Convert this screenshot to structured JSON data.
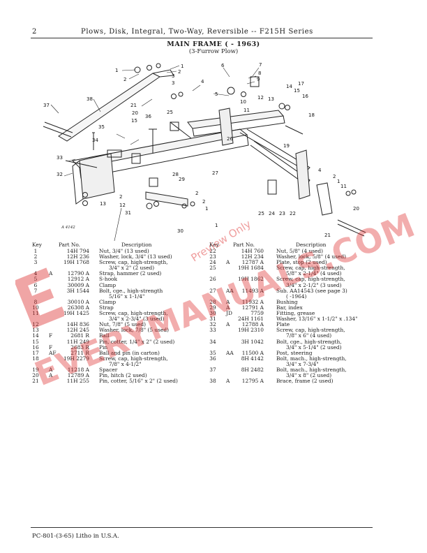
{
  "header": {
    "page_number": "2",
    "title": "Plows, Disk, Integral, Two-Way, Reversible -- F215H Series"
  },
  "figure": {
    "title": "MAIN FRAME (          - 1963)",
    "subtitle": "(3-Furrow Plow)",
    "figure_id": "A 4142",
    "callouts": [
      "1",
      "2",
      "3",
      "4",
      "5",
      "6",
      "7",
      "8",
      "9",
      "10",
      "11",
      "12",
      "13",
      "14",
      "15",
      "16",
      "17",
      "18",
      "19",
      "20",
      "21",
      "22",
      "23",
      "24",
      "25",
      "26",
      "27",
      "28",
      "29",
      "30",
      "31",
      "32",
      "33",
      "34",
      "35",
      "36",
      "37",
      "38"
    ]
  },
  "table": {
    "columns": {
      "key": "Key",
      "part_no": "Part No.",
      "description": "Description"
    },
    "left_rows": [
      {
        "key": "1",
        "prefix": "",
        "num": "14H  794",
        "desc": [
          "Nut, 3/4\" (13 used)"
        ]
      },
      {
        "key": "2",
        "prefix": "",
        "num": "12H  236",
        "desc": [
          "Washer, lock, 3/4\" (13 used)"
        ]
      },
      {
        "key": "3",
        "prefix": "",
        "num": "19H  1768",
        "desc": [
          "Screw, cap, high-strength,",
          "3/4\" x 2\" (2 used)"
        ]
      },
      {
        "key": "4",
        "prefix": "A",
        "num": "12790 A",
        "desc": [
          "Strap, hammer (2 used)"
        ]
      },
      {
        "key": "5",
        "prefix": "",
        "num": "12912 A",
        "desc": [
          "S-hook"
        ]
      },
      {
        "key": "6",
        "prefix": "",
        "num": "30009 A",
        "desc": [
          "Clamp"
        ]
      },
      {
        "key": "7",
        "prefix": "",
        "num": "3H  1544",
        "desc": [
          "Bolt, cge., high-strength",
          "5/16\" x 1-1/4\""
        ]
      },
      {
        "key": "8",
        "prefix": "",
        "num": "30010 A",
        "desc": [
          "Clamp"
        ]
      },
      {
        "key": "10",
        "prefix": "",
        "num": "26308 A",
        "desc": [
          "Strap"
        ]
      },
      {
        "key": "11",
        "prefix": "",
        "num": "19H  1425",
        "desc": [
          "Screw, cap, high-strength,",
          "3/4\" x 2-3/4\" (3 used)"
        ]
      },
      {
        "key": "12",
        "prefix": "",
        "num": "14H  836",
        "desc": [
          "Nut, 7/8\" (5 used)"
        ]
      },
      {
        "key": "13",
        "prefix": "",
        "num": "12H  245",
        "desc": [
          "Washer, lock, 7/8\" (5 used)"
        ]
      },
      {
        "key": "14",
        "prefix": "F",
        "num": "2681 R",
        "desc": [
          "Ball"
        ]
      },
      {
        "key": "15",
        "prefix": "",
        "num": "11H  249",
        "desc": [
          "Pin, cotter, 1/4\" x 2\" (2 used)"
        ]
      },
      {
        "key": "16",
        "prefix": "F",
        "num": "2683 R",
        "desc": [
          "Pin"
        ]
      },
      {
        "key": "17",
        "prefix": "AF",
        "num": "2711 R",
        "desc": [
          "Ball and pin (in carton)"
        ]
      },
      {
        "key": "18",
        "prefix": "",
        "num": "19H  2279",
        "desc": [
          "Screw, cap, high-strength,",
          "7/8\" x 4-1/2\""
        ]
      },
      {
        "key": "19",
        "prefix": "A",
        "num": "11218 A",
        "desc": [
          "Spacer"
        ]
      },
      {
        "key": "20",
        "prefix": "A",
        "num": "12789 A",
        "desc": [
          "Pin, hitch (2 used)"
        ]
      },
      {
        "key": "21",
        "prefix": "",
        "num": "11H  255",
        "desc": [
          "Pin, cotter, 5/16\" x 2\" (2 used)"
        ]
      }
    ],
    "right_rows": [
      {
        "key": "22",
        "prefix": "",
        "num": "14H  760",
        "desc": [
          "Nut, 5/8\" (4 used)"
        ]
      },
      {
        "key": "23",
        "prefix": "",
        "num": "12H  234",
        "desc": [
          "Washer, lock, 5/8\" (4 used)"
        ]
      },
      {
        "key": "24",
        "prefix": "A",
        "num": "12787 A",
        "desc": [
          "Plate, stop (2 used)"
        ]
      },
      {
        "key": "25",
        "prefix": "",
        "num": "19H  1684",
        "desc": [
          "Screw, cap, high-strength,",
          "5/8\" x 2-1/4\" (4 used)"
        ]
      },
      {
        "key": "26",
        "prefix": "",
        "num": "19H  1862",
        "desc": [
          "Screw, cap, high-strength,",
          "3/4\" x 2-1/2\" (3 used)"
        ]
      },
      {
        "key": "27",
        "prefix": "AA",
        "num": "11493 A",
        "desc": [
          "Sub. AA14543 (see page 3)",
          "(      -1964)"
        ]
      },
      {
        "key": "28",
        "prefix": "A",
        "num": "11932 A",
        "desc": [
          "Bushing"
        ]
      },
      {
        "key": "29",
        "prefix": "A",
        "num": "12791 A",
        "desc": [
          "Bar, index"
        ]
      },
      {
        "key": "30",
        "prefix": "JD",
        "num": "7759",
        "desc": [
          "Fitting, grease"
        ]
      },
      {
        "key": "31",
        "prefix": "",
        "num": "24H  1161",
        "desc": [
          "Washer, 13/16\" x 1-1/2\" x .134\""
        ]
      },
      {
        "key": "32",
        "prefix": "A",
        "num": "12788 A",
        "desc": [
          "Plate"
        ]
      },
      {
        "key": "33",
        "prefix": "",
        "num": "19H  2310",
        "desc": [
          "Screw, cap, high-strength,",
          "7/8\" x 6\" (4 used)"
        ]
      },
      {
        "key": "34",
        "prefix": "",
        "num": "3H  1042",
        "desc": [
          "Bolt, cge., high-strength,",
          "3/4\" x 5-1/4\" (2 used)"
        ]
      },
      {
        "key": "35",
        "prefix": "AA",
        "num": "11500 A",
        "desc": [
          "Post, steering"
        ]
      },
      {
        "key": "36",
        "prefix": "",
        "num": "8H  4142",
        "desc": [
          "Bolt, mach., high-strength,",
          "3/4\" x 7-3/4\""
        ]
      },
      {
        "key": "37",
        "prefix": "",
        "num": "8H  2482",
        "desc": [
          "Bolt, mach., high-strength,",
          "3/4\" x 8\" (2 used)"
        ]
      },
      {
        "key": "38",
        "prefix": "A",
        "num": "12795 A",
        "desc": [
          "Brace, frame (2 used)"
        ]
      }
    ]
  },
  "footer": {
    "text": "PC-801-(3-65)  Litho in U.S.A."
  },
  "watermark": {
    "main": "EVERYMANUALS.COM",
    "preview": "Preview Only",
    "color": "#dc2828"
  }
}
